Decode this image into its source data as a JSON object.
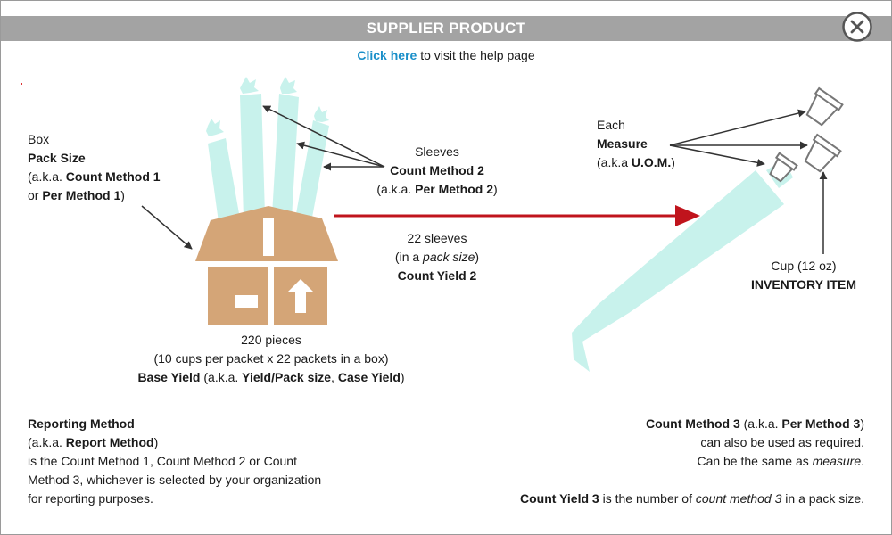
{
  "header": {
    "title": "SUPPLIER PRODUCT",
    "close_icon": "close-circle-icon"
  },
  "help": {
    "link_text": "Click here",
    "rest_text": " to visit the help page"
  },
  "labels": {
    "box": {
      "line1": "Box",
      "line2": "Pack Size",
      "line3_pre": "(a.k.a. ",
      "line3_bold": "Count Method 1",
      "line4_pre": "or ",
      "line4_bold": "Per Method 1",
      "line4_post": ")"
    },
    "sleeves": {
      "line1": "Sleeves",
      "line2": "Count Method 2",
      "line3_pre": "(a.k.a. ",
      "line3_bold": "Per Method 2",
      "line3_post": ")"
    },
    "each": {
      "line1": "Each",
      "line2": "Measure",
      "line3_pre": "(a.k.a ",
      "line3_bold": "U.O.M.",
      "line3_post": ")"
    },
    "count_yield_2": {
      "line1": "22 sleeves",
      "line2_pre": "(in a ",
      "line2_italic": "pack size",
      "line2_post": ")",
      "line3": "Count Yield 2"
    },
    "cup": {
      "line1": "Cup (12 oz)",
      "line2": "INVENTORY ITEM"
    },
    "base_yield": {
      "line1": "220 pieces",
      "line2": "(10 cups per packet x 22 packets in a box)",
      "line3_bold": "Base Yield",
      "line3_mid": " (a.k.a. ",
      "line3_bold2": "Yield/Pack size",
      "line3_sep": ", ",
      "line3_bold3": "Case Yield",
      "line3_post": ")"
    }
  },
  "notes": {
    "reporting": {
      "title": "Reporting Method",
      "line2_pre": "(a.k.a. ",
      "line2_bold": "Report Method",
      "line2_post": ")",
      "line3": "is the Count Method 1, Count Method 2 or Count",
      "line4": "Method 3, whichever is selected by your organization",
      "line5": "for reporting purposes."
    },
    "count_method_3": {
      "line1_bold": "Count Method 3",
      "line1_mid": " (a.k.a. ",
      "line1_bold2": "Per Method 3",
      "line1_post": ")",
      "line2": "can also be used as required.",
      "line3_pre": "Can be the same as ",
      "line3_italic": "measure",
      "line3_post": ".",
      "line4_bold": "Count Yield 3",
      "line4_mid": " is the number of ",
      "line4_italic": "count method 3",
      "line4_post": " in a pack size."
    }
  },
  "colors": {
    "header_band": "#a3a3a3",
    "link": "#1a8fc9",
    "cup_fill": "#c8f2ec",
    "box_fill": "#d4a577",
    "red_arrow": "#c0141c",
    "pointer": "#333333"
  }
}
